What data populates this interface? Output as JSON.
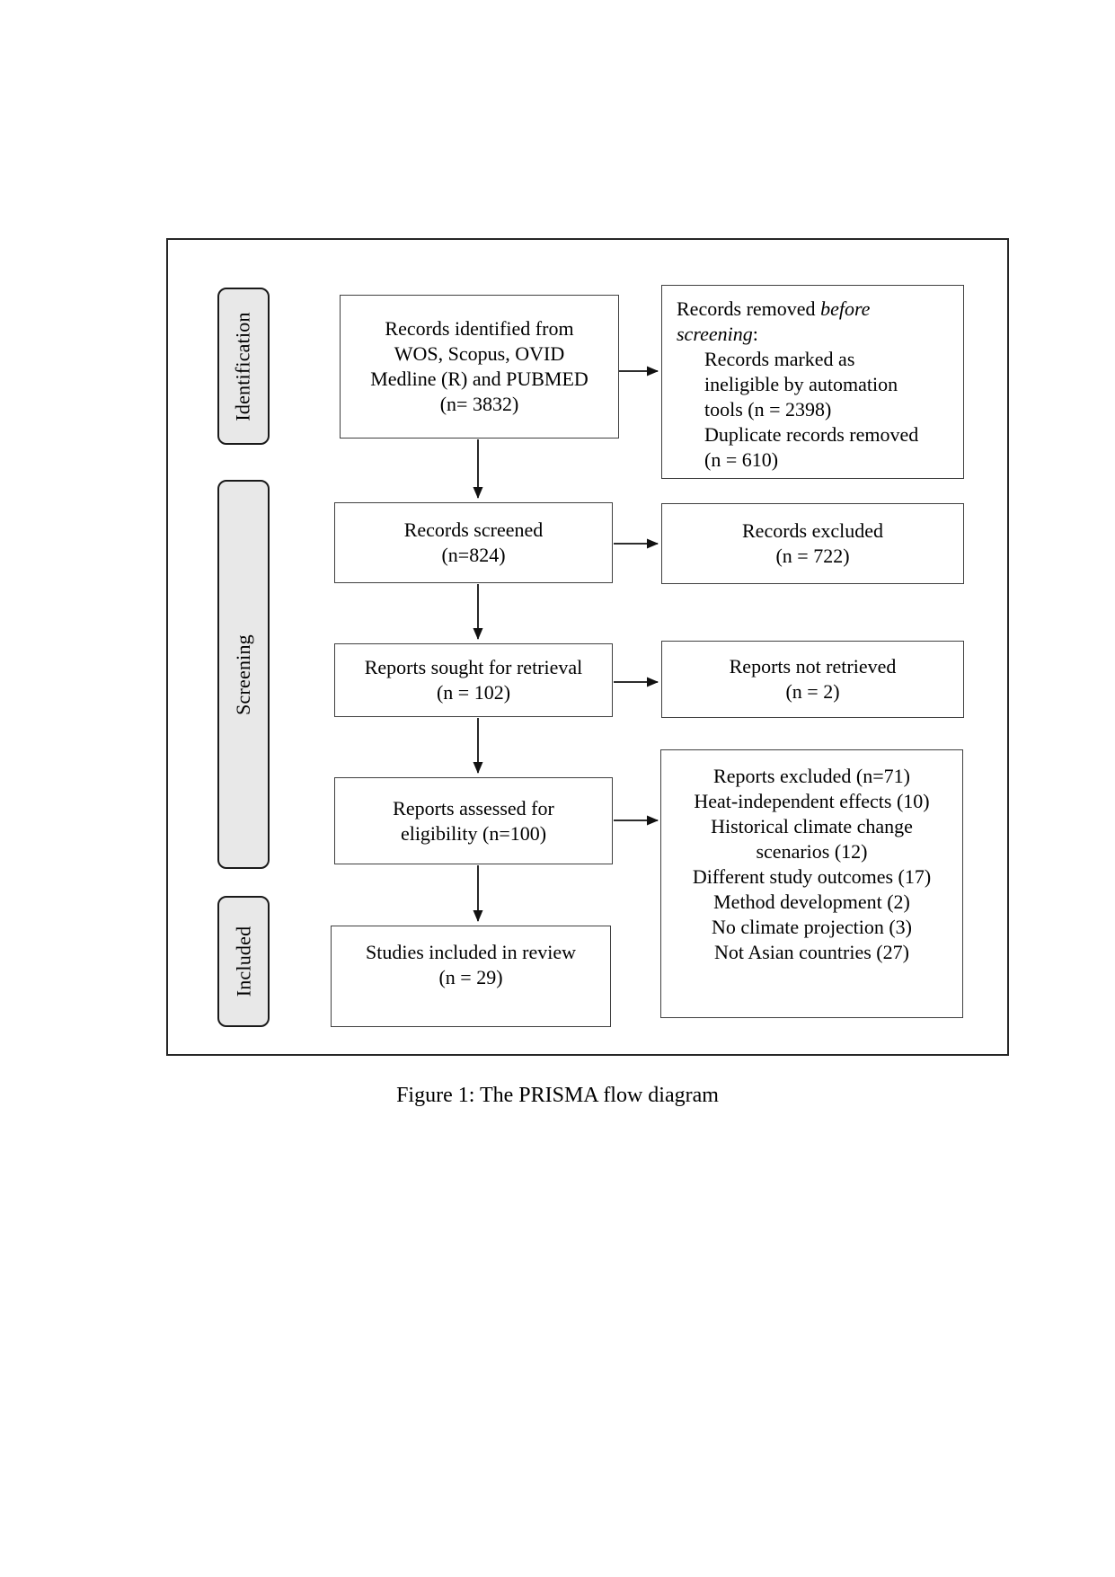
{
  "figure_caption": "Figure 1: The PRISMA flow diagram",
  "sidebar": {
    "identification": "Identification",
    "screening": "Screening",
    "included": "Included"
  },
  "boxes": {
    "identified": {
      "lines": [
        "Records identified from",
        "WOS, Scopus, OVID",
        "Medline (R) and PUBMED",
        "(n= 3832)"
      ]
    },
    "removed_before_screening": {
      "line1_plain": "Records removed ",
      "line1_italic": "before",
      "line2_italic": "screening",
      "line2_suffix": ":",
      "indented_lines": [
        "Records marked as",
        "ineligible by automation",
        "tools (n = 2398)",
        "Duplicate records removed",
        "(n = 610)"
      ]
    },
    "screened": {
      "lines": [
        "Records screened",
        "(n=824)"
      ]
    },
    "records_excluded": {
      "lines": [
        "Records excluded",
        "(n = 722)"
      ]
    },
    "sought": {
      "lines": [
        "Reports sought for retrieval",
        "(n = 102)"
      ]
    },
    "not_retrieved": {
      "lines": [
        "Reports not retrieved",
        "(n = 2)"
      ]
    },
    "assessed": {
      "lines": [
        "Reports assessed for",
        "eligibility (n=100)"
      ]
    },
    "reports_excluded": {
      "lines": [
        "Reports excluded (n=71)",
        "Heat-independent effects (10)",
        "Historical climate change",
        "scenarios (12)",
        "Different study outcomes (17)",
        "Method development (2)",
        "No climate projection (3)",
        "Not Asian countries (27)"
      ]
    },
    "included_in_review": {
      "lines": [
        "Studies included in review",
        "(n = 29)"
      ]
    }
  },
  "colors": {
    "badge_fill": "#e8e8e8",
    "border": "#404040",
    "text": "#000000",
    "background": "#ffffff"
  }
}
